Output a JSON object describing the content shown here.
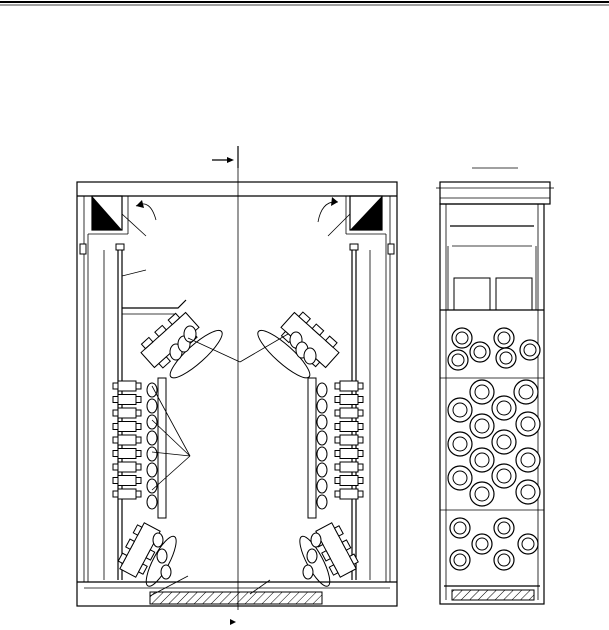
{
  "figure": {
    "kind": "technical-drawing",
    "views": [
      "front-section",
      "side-view"
    ],
    "stroke_color": "#000000",
    "background_color": "#ffffff"
  }
}
